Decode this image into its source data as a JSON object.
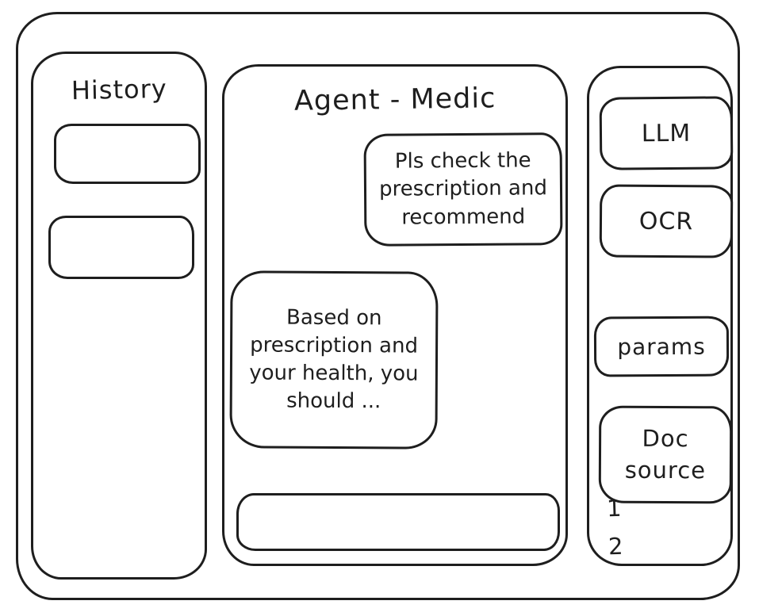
{
  "colors": {
    "stroke": "#1e1e1e",
    "background": "#ffffff"
  },
  "left_sidebar": {
    "title": "History",
    "items": [
      {
        "label": ""
      },
      {
        "label": ""
      }
    ]
  },
  "main": {
    "title": "Agent - Medic",
    "messages": [
      {
        "role": "user",
        "text": "Pls check the prescription and recommend"
      },
      {
        "role": "agent",
        "text": "Based on prescription and your health, you should ..."
      }
    ],
    "input": {
      "value": "",
      "placeholder": ""
    }
  },
  "right_sidebar": {
    "buttons": [
      {
        "label": "LLM"
      },
      {
        "label": "OCR"
      },
      {
        "label": "params"
      },
      {
        "label": "Doc source"
      }
    ],
    "doc_source_items": [
      "1",
      "2"
    ]
  }
}
